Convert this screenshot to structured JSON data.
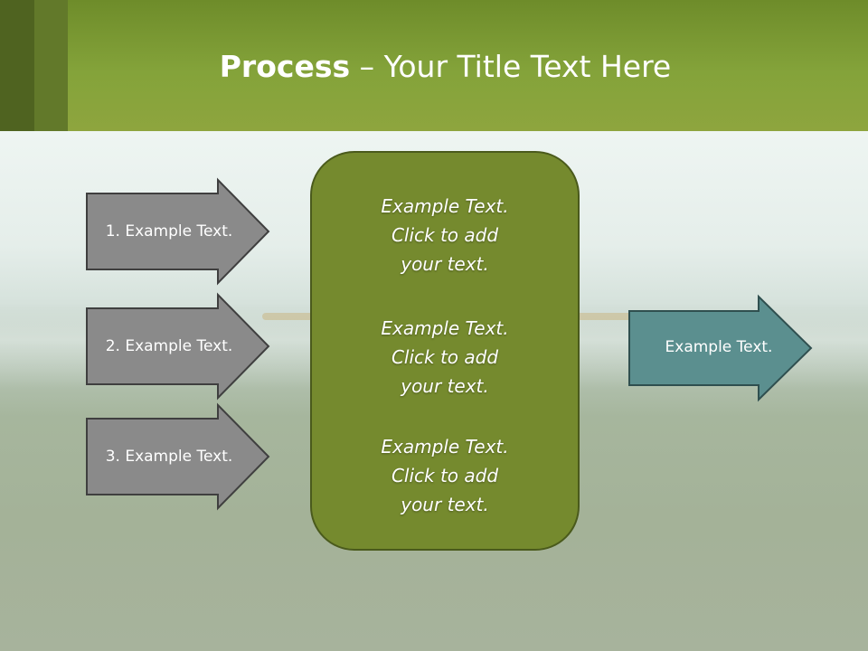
{
  "slide": {
    "title_bold": "Process",
    "title_rest": " – Your Title Text Here"
  },
  "inputs": [
    {
      "label": "1. Example Text."
    },
    {
      "label": "2. Example Text."
    },
    {
      "label": "3. Example Text."
    }
  ],
  "center_box": {
    "blocks": [
      {
        "lines": [
          "Example Text.",
          "Click  to add",
          "your text."
        ]
      },
      {
        "lines": [
          "Example Text.",
          "Click  to add",
          "your text."
        ]
      },
      {
        "lines": [
          "Example Text.",
          "Click  to add",
          "your text."
        ]
      }
    ]
  },
  "output": {
    "label": "Example Text."
  },
  "colors": {
    "header_green": "#84a33a",
    "input_arrow_fill": "#8a8a8a",
    "center_box_fill": "#758a2e",
    "output_arrow_fill": "#5b8f8f"
  }
}
